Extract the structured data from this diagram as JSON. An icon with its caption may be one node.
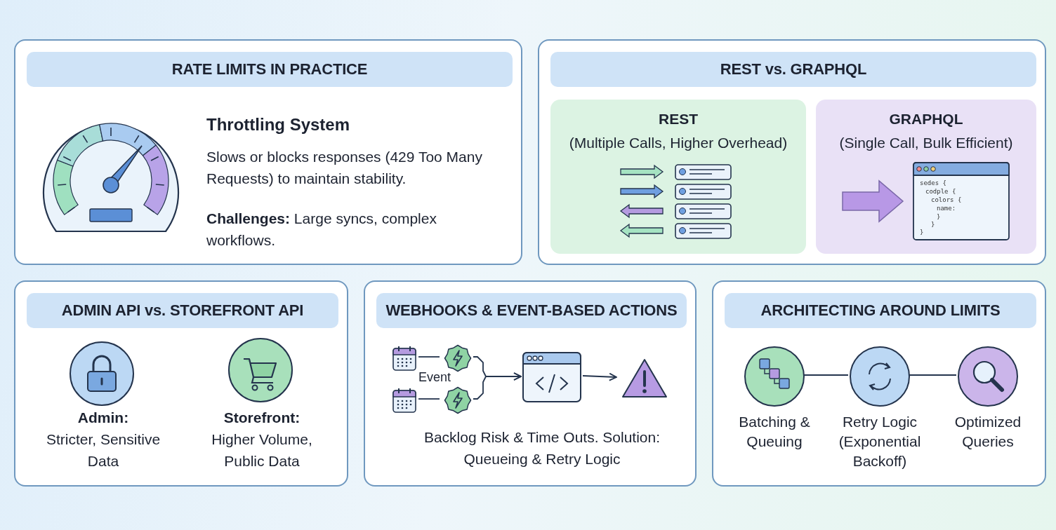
{
  "diagram": {
    "nodes": [
      {
        "text": [
          "RATE LIMITS IN PRACTICE",
          "Throttling System",
          "Slows or blocks responses (429 Too Many Requests) to maintain stability.",
          "**Challenges:** Large syncs, complex workflows."
        ]
      },
      {
        "text": [
          "REST vs. GRAPHQL"
        ]
      },
      {
        "text": [
          "REST",
          "(Multiple Calls, Higher Overhead)"
        ],
        "in": 1
      },
      {
        "text": [
          "GRAPHQL",
          "(Single Call, Bulk Efficient)"
        ],
        "in": 1
      },
      {
        "text": [
          "ADMIN API vs. STOREFRONT API",
          "**Admin:** Stricter, Sensitive Data",
          "**Storefront:** Higher Volume, Public Data"
        ]
      },
      {
        "text": [
          "WEBHOOKS & EVENT-BASED ACTIONS",
          "Backlog Risk & Time Outs. Solution: Queueing & Retry Logic"
        ]
      },
      {
        "text": [],
        "shape": "picture",
        "in": 5
      },
      {
        "text": [],
        "shape": "picture",
        "in": 5
      },
      {
        "text": [],
        "shape": "picture",
        "in": 5
      },
      {
        "text": [],
        "shape": "picture",
        "in": 5
      },
      {
        "text": [],
        "shape": "picture",
        "in": 5
      },
      {
        "text": [],
        "shape": "picture",
        "in": 5
      },
      {
        "text": [
          "ARCHITECTING AROUND LIMITS"
        ]
      },
      {
        "text": [],
        "shape": "circle",
        "in": 12,
        "beside": [
          "Batching & Queuing"
        ]
      },
      {
        "text": [],
        "shape": "circle",
        "in": 12,
        "beside": [
          "Retry Logic (Exponential Backoff)"
        ]
      },
      {
        "text": [],
        "shape": "circle",
        "in": 12,
        "beside": [
          "Optimized Queries"
        ]
      }
    ],
    "edges": [
      {
        "from": 6,
        "to": 7,
        "arrow": "none"
      },
      {
        "from": 8,
        "to": 9,
        "arrow": "none"
      },
      {
        "from": 7,
        "to": 10,
        "arrow": "to"
      },
      {
        "from": 9,
        "to": 10,
        "arrow": "to"
      },
      {
        "from": 10,
        "to": 11,
        "arrow": "to"
      },
      {
        "from": 13,
        "to": 14,
        "arrow": "none"
      },
      {
        "from": 14,
        "to": 15,
        "arrow": "none"
      }
    ],
    "labels": [
      "Event",
      "sedes {",
      "codple {",
      "colors {",
      "name:",
      "}",
      "}",
      "}"
    ]
  }
}
